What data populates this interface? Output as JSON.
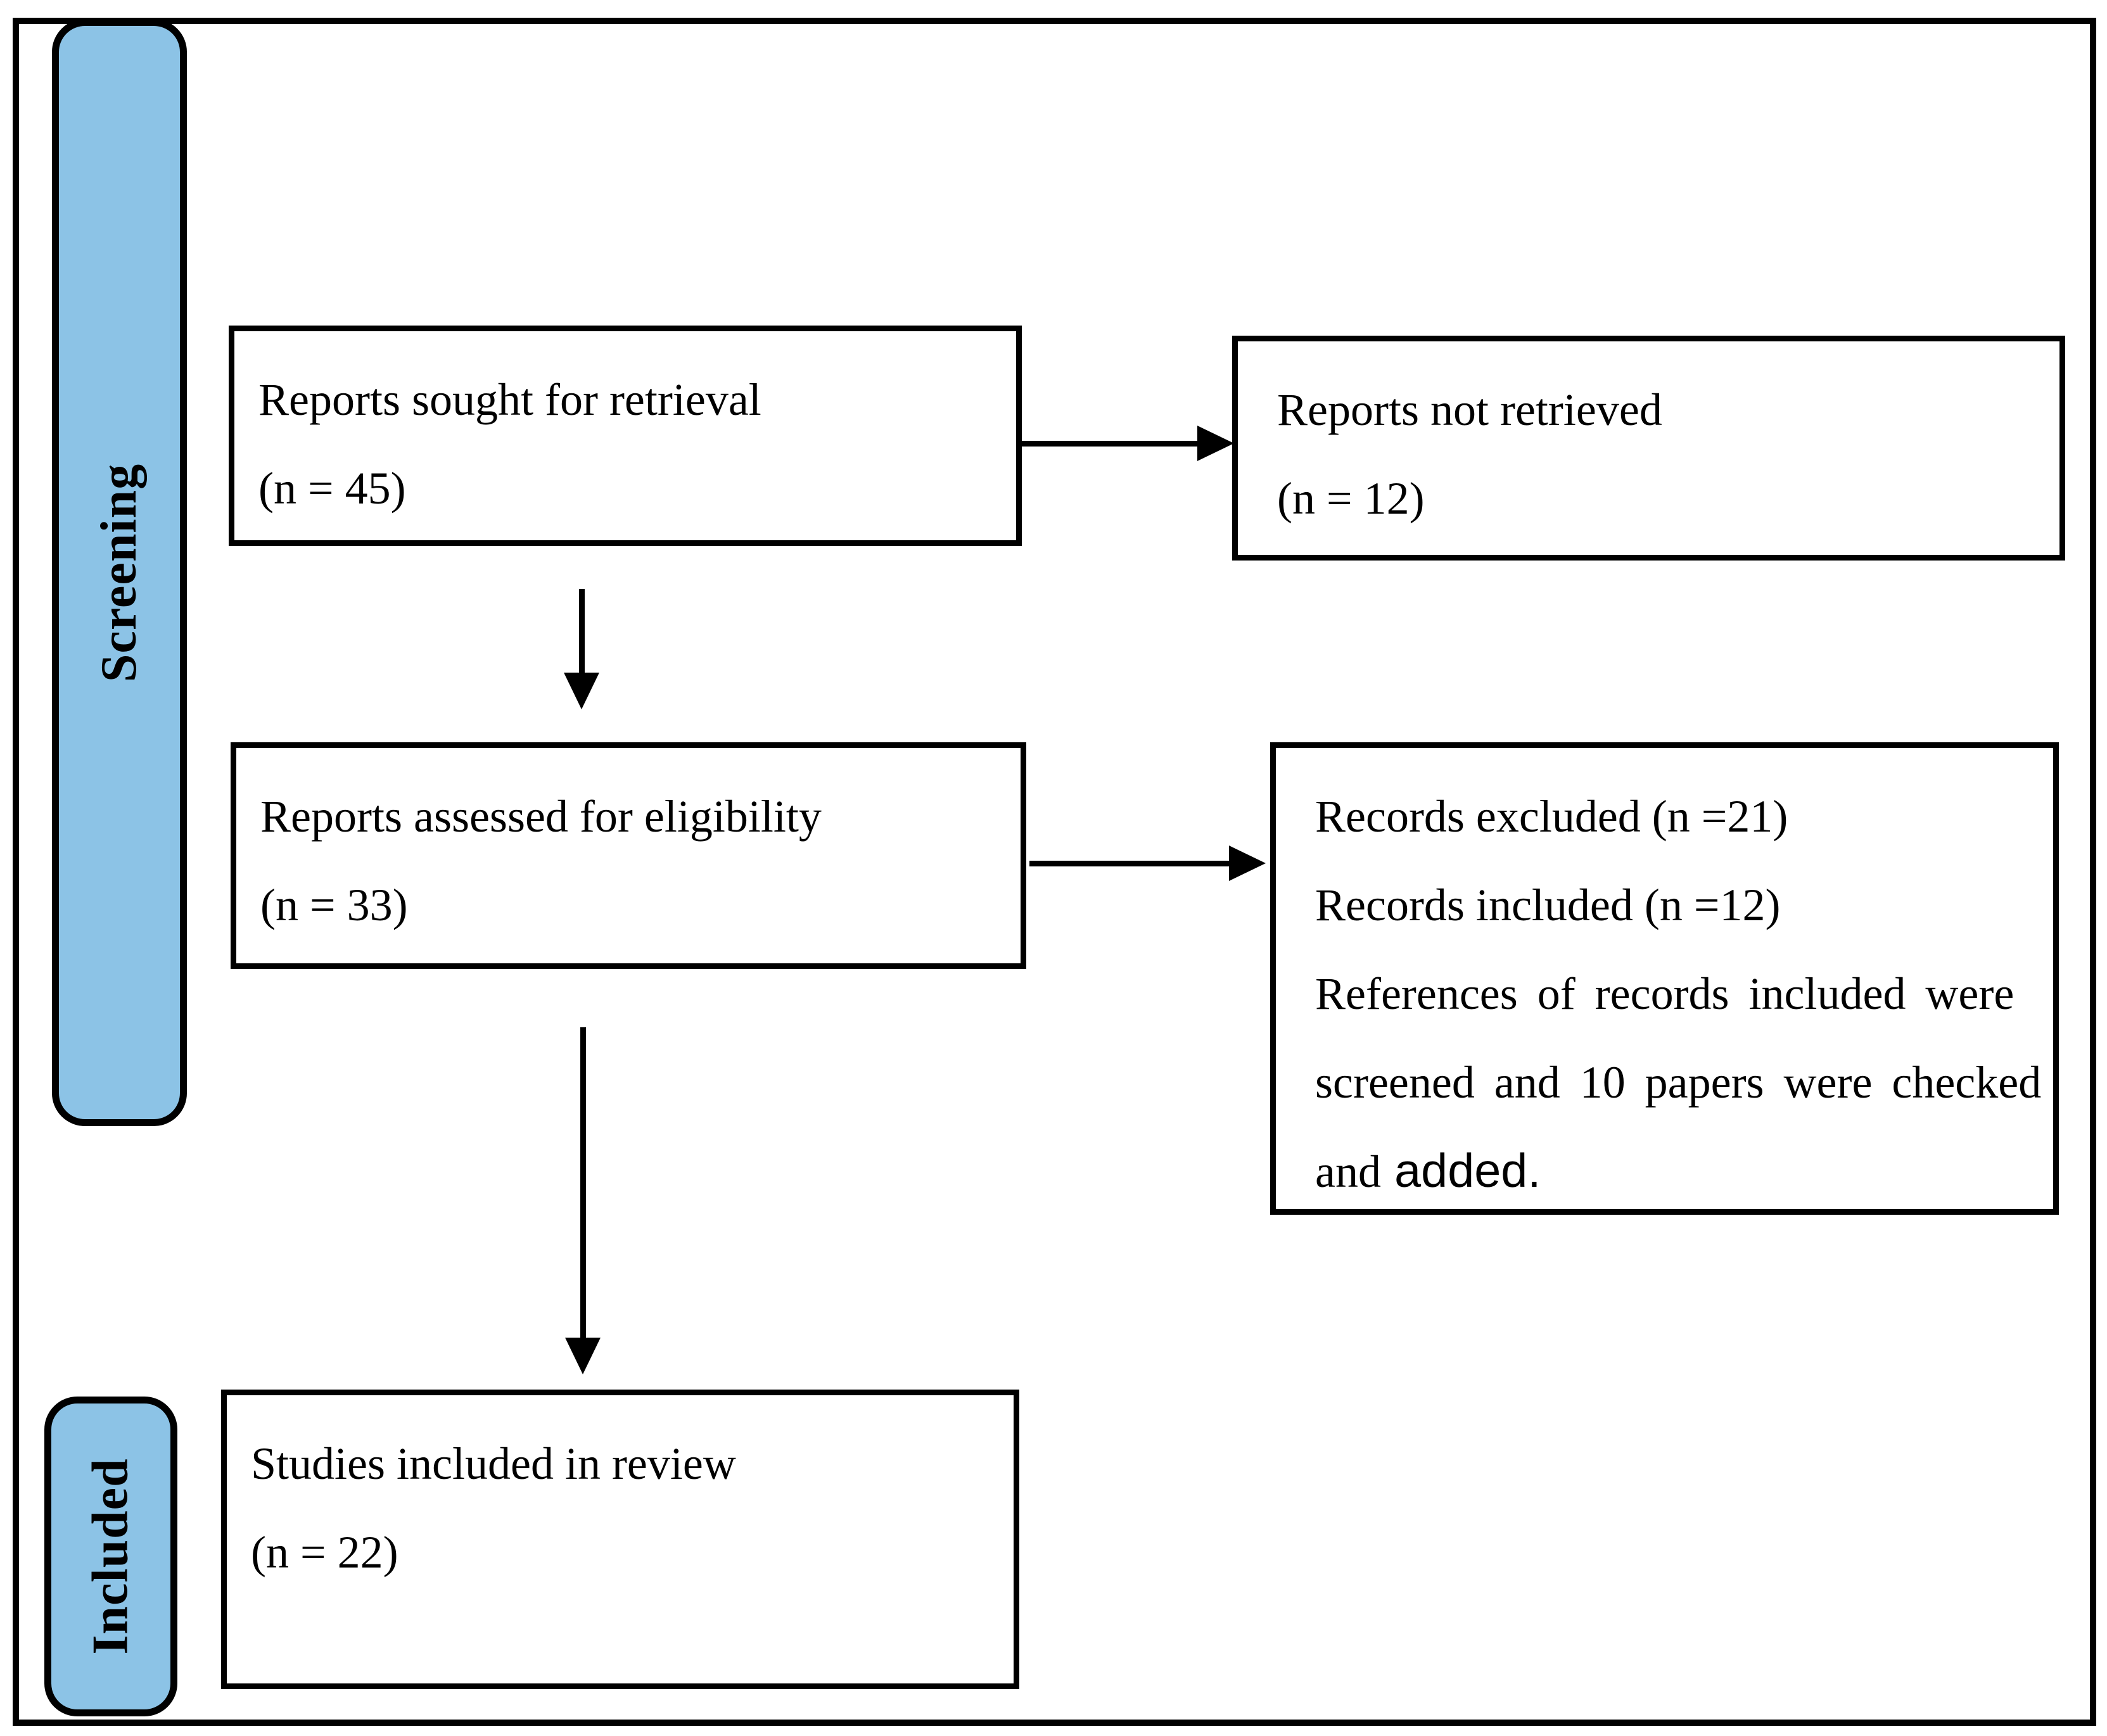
{
  "colors": {
    "background": "#FFFFFF",
    "stage_fill": "#8CC3E6",
    "border": "#000000",
    "text": "#000000"
  },
  "stages": {
    "screening": "Screening",
    "included": "Included"
  },
  "boxes": {
    "sought": {
      "line1": "Reports sought for retrieval",
      "line2": "(n = 45)"
    },
    "not_retrieved": {
      "line1": "Reports not retrieved",
      "line2": "(n = 12)"
    },
    "assessed": {
      "line1": "Reports assessed for eligibility",
      "line2": "(n = 33)"
    },
    "excluded": {
      "line1": "Records excluded (n =21)",
      "line2": "Records included (n =12)",
      "line3": "References of records included were",
      "line4": "screened and 10 papers were checked",
      "line5_serif": "and",
      "line5_sans": "added."
    },
    "studies_included": {
      "line1": "Studies included in review",
      "line2": "(n = 22)"
    }
  }
}
